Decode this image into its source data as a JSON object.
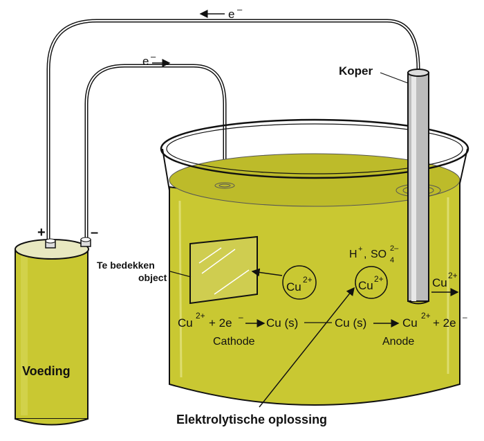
{
  "labels": {
    "electron_top": "e",
    "electron_inner": "e",
    "charge_minus_sup": "–",
    "koper": "Koper",
    "plus": "+",
    "minus": "–",
    "te_bedekken_1": "Te bedekken",
    "te_bedekken_2": "object",
    "voeding": "Voeding",
    "h_plus": "H",
    "so4": "SO",
    "plus_sup": "+",
    "two_minus_sup": "2–",
    "four_sub": "4",
    "comma": ",",
    "cu": "Cu",
    "cu_charge": "2+",
    "cathode_reaction_cu": "Cu",
    "cathode_reaction_charge": "2+",
    "cathode_reaction_rest": "+ 2e",
    "cathode_reaction_eminus": "–",
    "cathode_product": "Cu (s)",
    "anode_reactant": "Cu (s)",
    "anode_product_cu": "Cu",
    "anode_product_charge": "2+",
    "anode_product_rest": "+ 2e",
    "anode_eminus": "–",
    "cathode": "Cathode",
    "anode": "Anode",
    "elektrolytische": "Elektrolytische oplossing"
  },
  "colors": {
    "solution": "#c9c832",
    "solution_dark": "#a8a620",
    "outline": "#1a1a1a"
  }
}
